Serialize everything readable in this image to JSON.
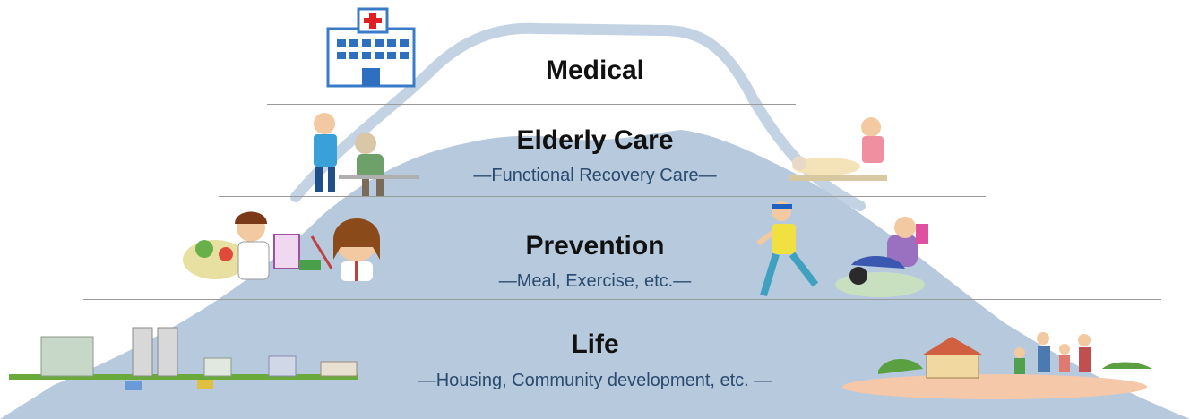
{
  "diagram": {
    "colors": {
      "mountain_fill": "#b7c9dd",
      "mountain_outline": "#b7c9dd",
      "divider": "#9a9a9a",
      "subtitle_text": "#2a4a6e"
    },
    "tiers": [
      {
        "id": "medical",
        "title": "Medical",
        "subtitle": "",
        "illustrations": [
          "hospital-icon"
        ]
      },
      {
        "id": "elderly-care",
        "title": "Elderly Care",
        "subtitle": "—Functional Recovery Care—",
        "illustrations": [
          "caregiver-walking-aid-icon",
          "caregiver-massage-icon"
        ]
      },
      {
        "id": "prevention",
        "title": "Prevention",
        "subtitle": "—Meal, Exercise, etc.—",
        "illustrations": [
          "dietitian-icon",
          "instructor-girl-icon",
          "runner-icon",
          "exercise-bike-icon"
        ]
      },
      {
        "id": "life",
        "title": "Life",
        "subtitle": "—Housing, Community development, etc. —",
        "illustrations": [
          "town-skyline-icon",
          "family-house-icon"
        ]
      }
    ]
  }
}
